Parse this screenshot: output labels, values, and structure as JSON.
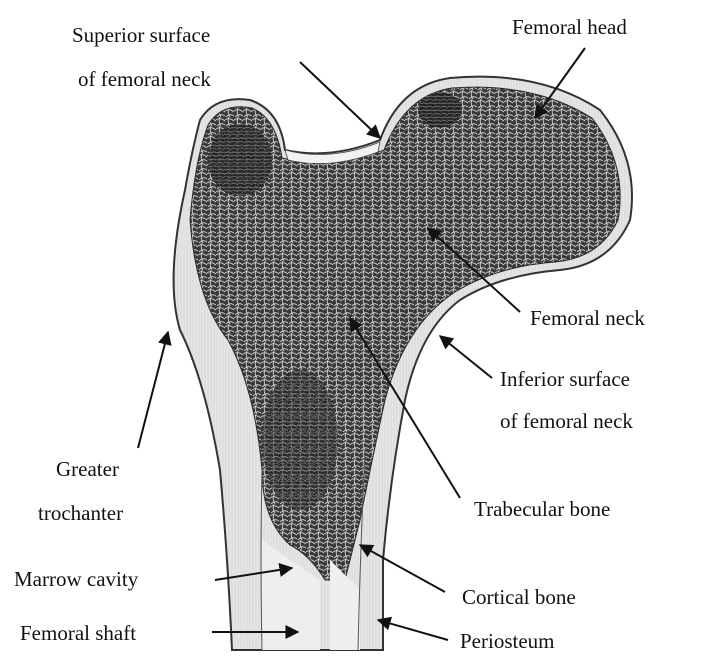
{
  "labels": {
    "superior_surface": [
      "Superior surface",
      "of femoral neck"
    ],
    "femoral_head": "Femoral head",
    "femoral_neck": "Femoral neck",
    "inferior_surface": [
      "Inferior surface",
      "of femoral neck"
    ],
    "greater_trochanter": [
      "Greater",
      "trochanter"
    ],
    "trabecular_bone": "Trabecular bone",
    "marrow_cavity": "Marrow cavity",
    "cortical_bone": "Cortical bone",
    "femoral_shaft": "Femoral shaft",
    "periosteum": "Periosteum"
  },
  "colors": {
    "trabecular_dark": "#2a2a2a",
    "cortical_light": "#e4e4e4",
    "outline": "#333333",
    "text": "#111111"
  }
}
